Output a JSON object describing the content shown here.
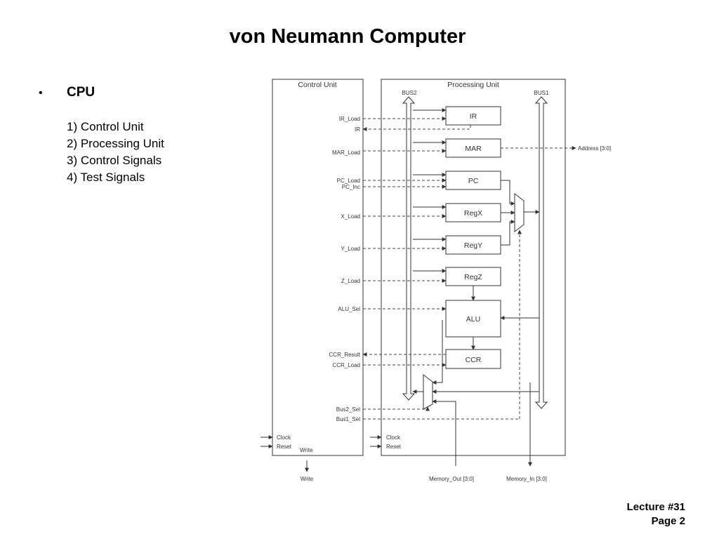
{
  "slide": {
    "title": "von Neumann Computer",
    "bullet": "CPU",
    "items": [
      "1) Control Unit",
      "2) Processing Unit",
      "3) Control Signals",
      "4) Test Signals"
    ],
    "footer": {
      "line1": "Lecture #31",
      "line2": "Page 2"
    }
  },
  "diagram": {
    "control_unit": "Control Unit",
    "processing_unit": "Processing Unit",
    "bus2": "BUS2",
    "bus1": "BUS1",
    "registers": {
      "ir": "IR",
      "mar": "MAR",
      "pc": "PC",
      "regx": "RegX",
      "regy": "RegY",
      "regz": "RegZ",
      "alu": "ALU",
      "ccr": "CCR"
    },
    "signals": {
      "ir_load": "IR_Load",
      "ir": "IR",
      "mar_load": "MAR_Load",
      "pc_load": "PC_Load",
      "pc_inc": "PC_Inc",
      "x_load": "X_Load",
      "y_load": "Y_Load",
      "z_load": "Z_Load",
      "alu_sel": "ALU_Sel",
      "ccr_result": "CCR_Result",
      "ccr_load": "CCR_Load",
      "bus2_sel": "Bus2_Sel",
      "bus1_sel": "Bus1_Sel"
    },
    "clock": "Clock",
    "reset": "Reset",
    "write_inner": "Write",
    "write_out": "Write",
    "address": "Address [3:0]",
    "memory_out": "Memory_Out [3:0]",
    "memory_in": "Memory_In [3:0]"
  }
}
